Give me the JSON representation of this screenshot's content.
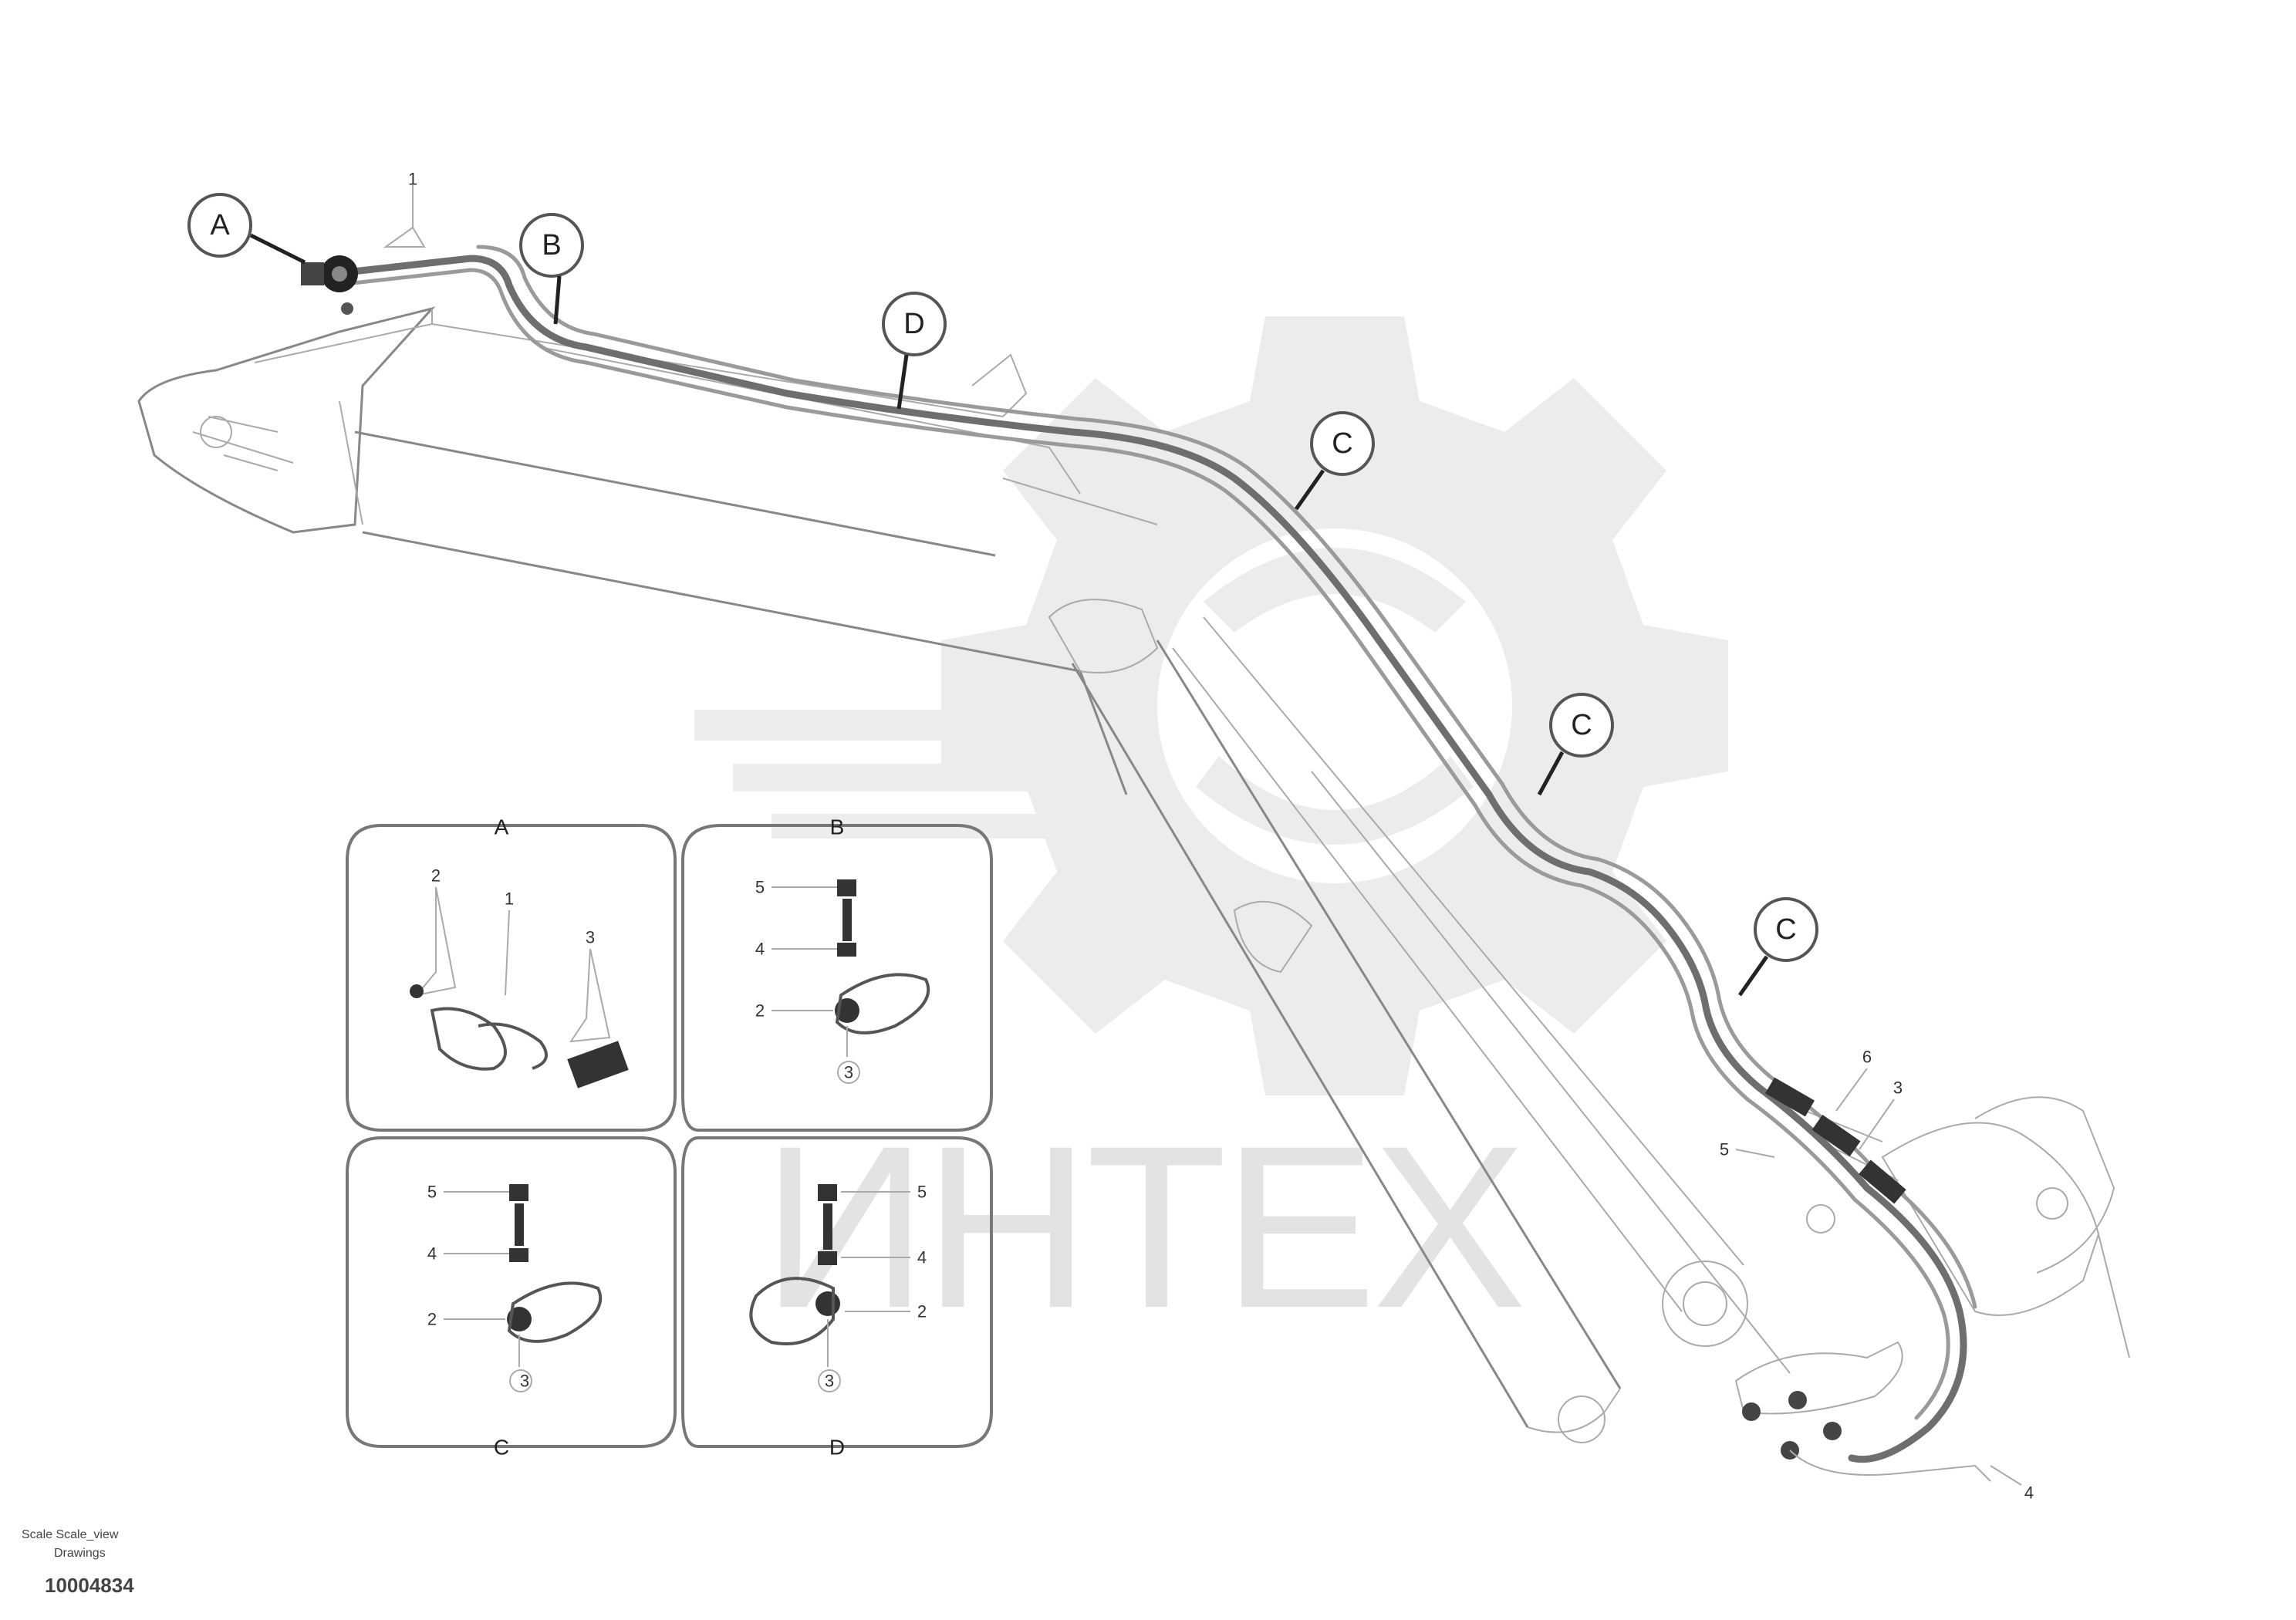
{
  "watermark": {
    "text": "ИНТЕХ",
    "color": "#e3e3e3"
  },
  "callouts": {
    "A": "A",
    "B": "B",
    "C1": "C",
    "C2": "C",
    "C3": "C",
    "D": "D"
  },
  "panels": {
    "A": {
      "label": "A",
      "parts": [
        "2",
        "1",
        "3"
      ]
    },
    "B": {
      "label": "B",
      "parts": [
        "5",
        "4",
        "2",
        "3"
      ]
    },
    "C": {
      "label": "C",
      "parts": [
        "5",
        "4",
        "2",
        "3"
      ]
    },
    "D": {
      "label": "D",
      "parts": [
        "5",
        "4",
        "2",
        "3"
      ]
    }
  },
  "main_part_numbers": {
    "top": "1",
    "lower_right_6": "6",
    "lower_right_3": "3",
    "lower_right_5": "5",
    "bottom_right": "4"
  },
  "footer": {
    "line1": "Scale Scale_view",
    "line2": "Drawings",
    "code": "10004834"
  }
}
